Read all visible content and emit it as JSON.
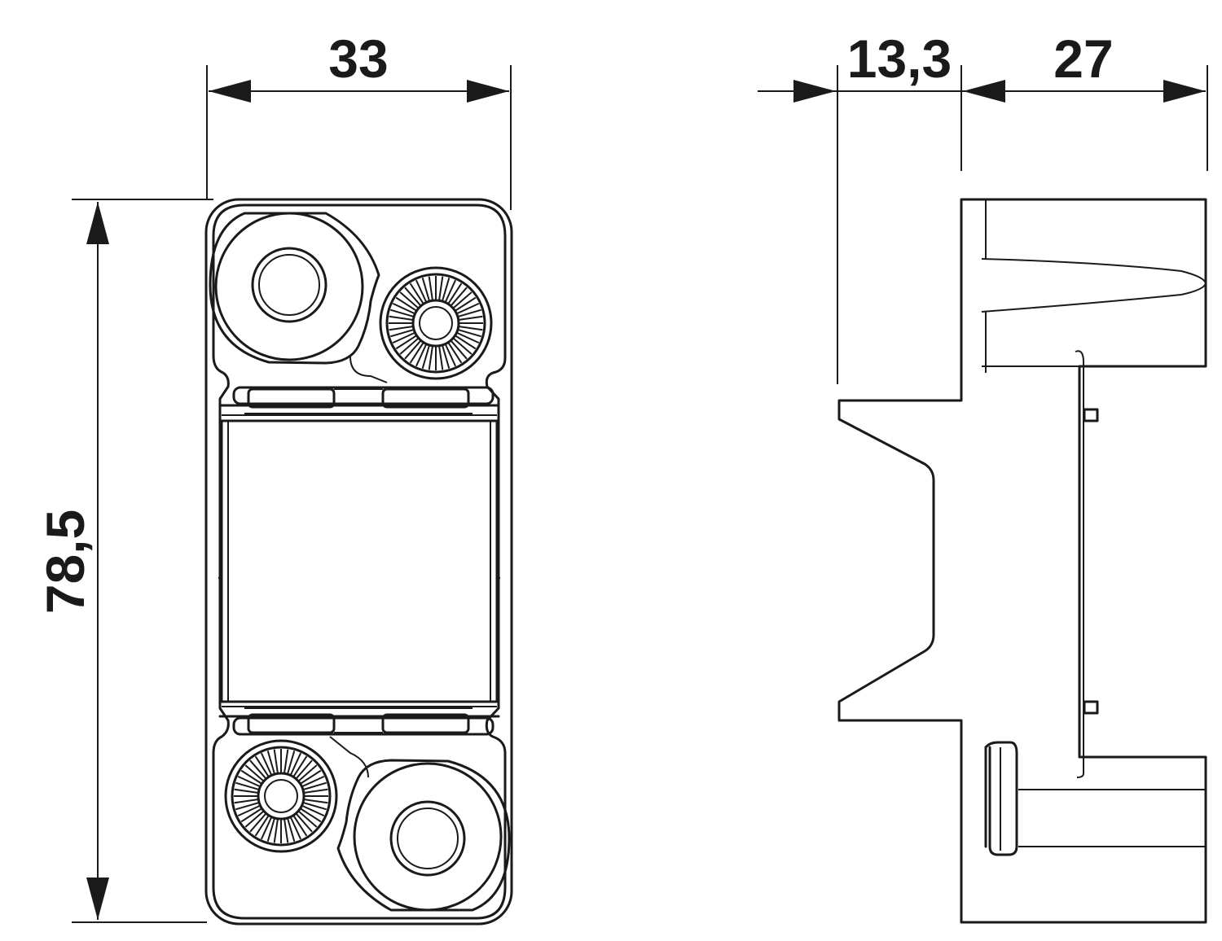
{
  "drawing": {
    "front_view": {
      "width_label": "33",
      "height_label": "78,5"
    },
    "side_view": {
      "offset_label": "13,3",
      "depth_label": "27"
    },
    "colors": {
      "line": "#1a1a1a",
      "background": "#ffffff"
    }
  }
}
